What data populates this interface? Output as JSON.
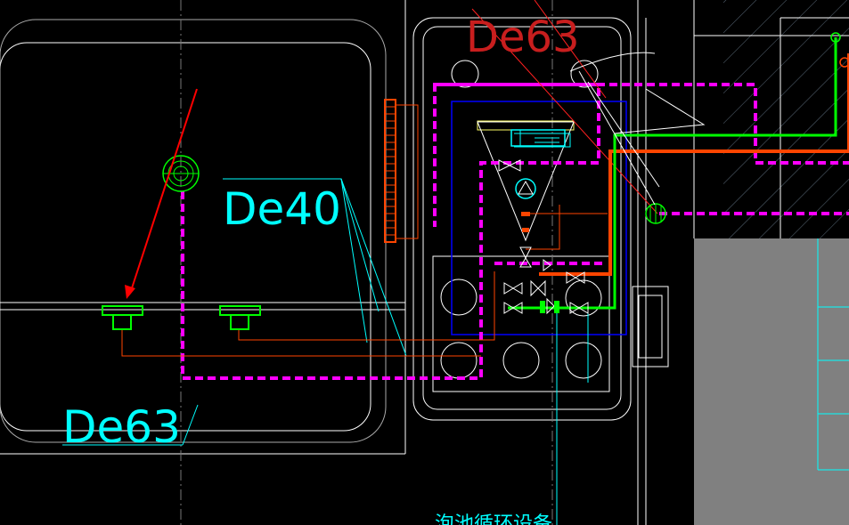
{
  "labels": {
    "pipe_top": "De63",
    "pipe_left_mid": "De40",
    "pipe_bottom_left": "De63",
    "equipment_caption": "泡池循环设备"
  },
  "colors": {
    "background": "#000000",
    "outline": "#ffffff",
    "dim_line": "#00ffff",
    "drain_pipe": "#ff00ff",
    "hot_pipe": "#ff4500",
    "cold_pipe": "#00ff00",
    "annotation_red": "#ff0000",
    "label_top": "#c81e1e",
    "equipment_box": "#0000ff",
    "gray_area": "#808080"
  }
}
